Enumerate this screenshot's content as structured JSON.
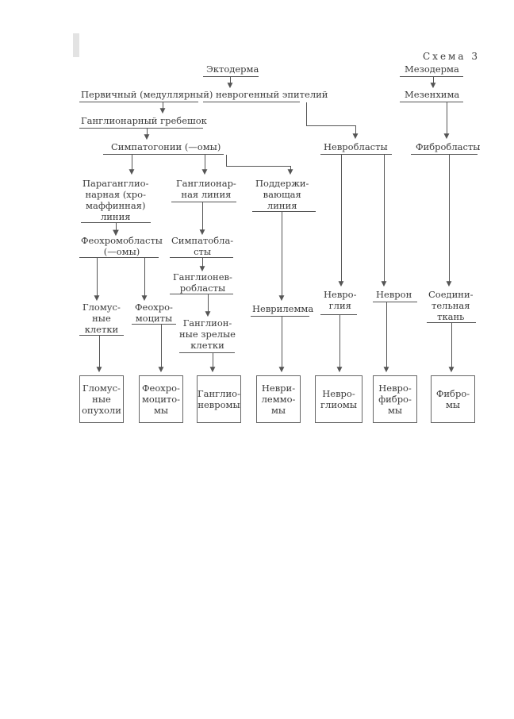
{
  "scheme_label": "Схема 3",
  "nodes": {
    "ectoderm": "Эктодерма",
    "mesoderm": "Мезодерма",
    "primary_epithelium": "Первичный (медуллярный) неврогенный эпителий",
    "mesenchyme": "Мезенхима",
    "ganglionic_crest": "Ганглионарный гребешок",
    "sympathogonia": "Симпатогонии (—омы)",
    "neuroblasts": "Невробласты",
    "fibroblasts": "Фибробласты",
    "paraganglionic_line": "Параганглио-\nнарная (хро-\nмаффинная)\nлиния",
    "ganglionic_line": "Ганглионар-\nная линия",
    "supporting_line": "Поддержи-\nвающая\nлиния",
    "pheochromoblasts": "Феохромобласты\n(—омы)",
    "sympathoblasts": "Симпатобла-\nсты",
    "ganglioneuroblasts": "Ганглионев-\nробласты",
    "glomus_cells": "Гломус-\nные\nклетки",
    "pheochromocytes": "Феохро-\nмоциты",
    "mature_ganglion_cells": "Ганглион-\nные зрелые\nклетки",
    "neurilemma": "Неврилемма",
    "neuroglia": "Невро-\nглия",
    "neuron": "Неврон",
    "connective_tissue": "Соедини-\nтельная\nткань"
  },
  "tumors": [
    "Гломус-\nные\nопухоли",
    "Феохро-\nмоцито-\nмы",
    "Ганглио-\nневромы",
    "Неври-\nлеммо-\nмы",
    "Невро-\nглиомы",
    "Невро-\nфибро-\nмы",
    "Фибро-\nмы"
  ]
}
